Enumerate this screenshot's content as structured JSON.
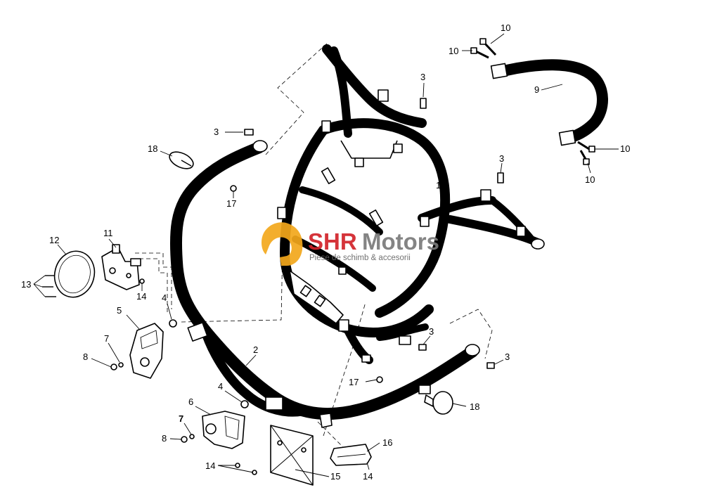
{
  "watermark": {
    "brand_primary": "SHR",
    "brand_secondary": "Motors",
    "tagline": "Piese de schimb & accesorii",
    "primary_color": "#d2232a",
    "secondary_color": "#7a7a7a",
    "logo_color": "#f3a81c",
    "logo_icon": "helmet-icon"
  },
  "labels": [
    {
      "id": "1",
      "text": "1"
    },
    {
      "id": "2",
      "text": "2"
    },
    {
      "id": "3a",
      "text": "3"
    },
    {
      "id": "3b",
      "text": "3"
    },
    {
      "id": "3c",
      "text": "3"
    },
    {
      "id": "3d",
      "text": "3"
    },
    {
      "id": "3e",
      "text": "3"
    },
    {
      "id": "4a",
      "text": "4"
    },
    {
      "id": "4b",
      "text": "4"
    },
    {
      "id": "5",
      "text": "5"
    },
    {
      "id": "6",
      "text": "6"
    },
    {
      "id": "7a",
      "text": "7"
    },
    {
      "id": "7b",
      "text": "7"
    },
    {
      "id": "8a",
      "text": "8"
    },
    {
      "id": "8b",
      "text": "8"
    },
    {
      "id": "9",
      "text": "9"
    },
    {
      "id": "10a",
      "text": "10"
    },
    {
      "id": "10b",
      "text": "10"
    },
    {
      "id": "10c",
      "text": "10"
    },
    {
      "id": "10d",
      "text": "10"
    },
    {
      "id": "11",
      "text": "11"
    },
    {
      "id": "12",
      "text": "12"
    },
    {
      "id": "13",
      "text": "13"
    },
    {
      "id": "14a",
      "text": "14"
    },
    {
      "id": "14b",
      "text": "14"
    },
    {
      "id": "14c",
      "text": "14"
    },
    {
      "id": "15",
      "text": "15"
    },
    {
      "id": "16",
      "text": "16"
    },
    {
      "id": "17a",
      "text": "17"
    },
    {
      "id": "17b",
      "text": "17"
    },
    {
      "id": "18a",
      "text": "18"
    },
    {
      "id": "18b",
      "text": "18"
    }
  ]
}
